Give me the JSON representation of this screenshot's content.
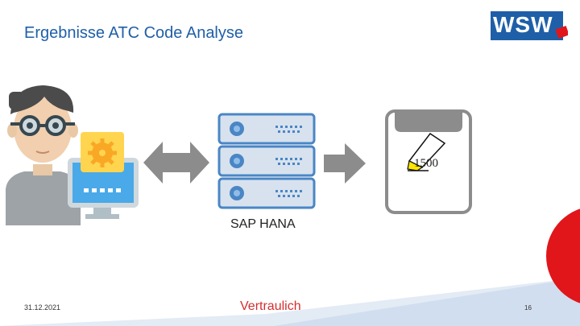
{
  "slide": {
    "title": "Ergebnisse ATC Code Analyse",
    "logo_text": "WSW",
    "server_label": "SAP HANA",
    "table_value": "1500",
    "footer": {
      "date": "31.12.2021",
      "classification": "Vertraulich",
      "page_number": "16"
    }
  },
  "icons": [
    "developer-icon",
    "settings-monitor-icon",
    "bidirectional-arrow-icon",
    "server-stack-icon",
    "right-arrow-icon",
    "document-box-icon",
    "pencil-icon"
  ],
  "colors": {
    "title": "#1f5fa8",
    "logo": "#1f5fa8",
    "accent_red": "#d32f2f",
    "arrow_gray": "#8c8c8c"
  }
}
